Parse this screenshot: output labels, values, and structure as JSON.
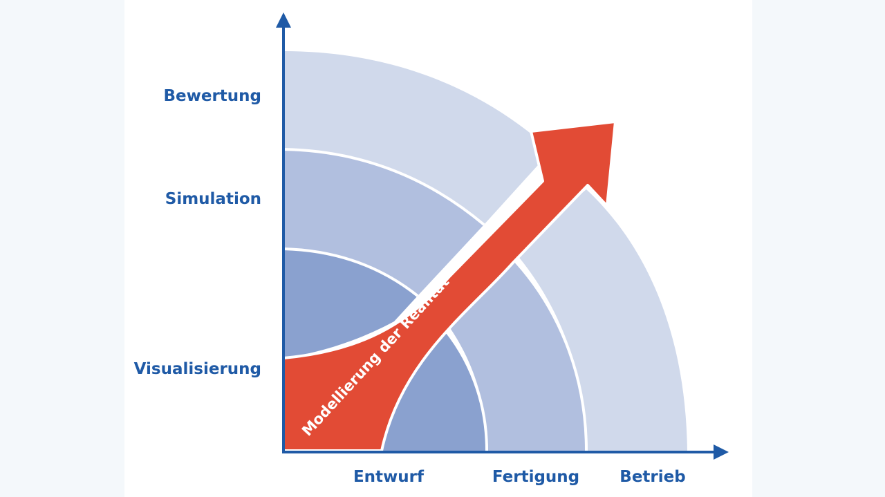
{
  "diagram": {
    "y_axis_labels": [
      "Bewertung",
      "Simulation",
      "Visualisierung"
    ],
    "x_axis_labels": [
      "Entwurf",
      "Fertigung",
      "Betrieb"
    ],
    "arrow_label": "Modellierung der Realität",
    "colors": {
      "axis": "#1f5aa6",
      "label_text": "#1f5aa6",
      "arrow": "#e24b35",
      "arrow_text": "#ffffff",
      "band_light": "#d0d9eb",
      "band_medium": "#b1bfdf",
      "band_dark": "#8aa1cf",
      "separator": "#ffffff"
    }
  }
}
